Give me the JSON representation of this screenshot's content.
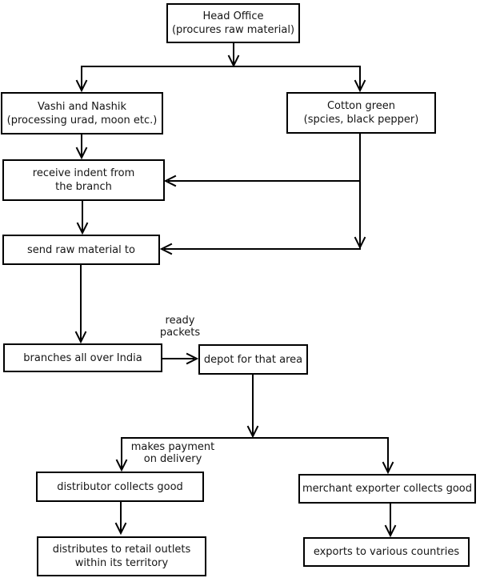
{
  "nodes": {
    "head_office": {
      "lines": [
        "Head Office",
        "(procures raw material)"
      ]
    },
    "vashi_nashik": {
      "lines": [
        "Vashi and Nashik",
        "(processing urad, moon etc.)"
      ]
    },
    "cotton_green": {
      "lines": [
        "Cotton green",
        "(spcies, black pepper)"
      ]
    },
    "receive_indent": {
      "lines": [
        "receive indent from",
        "the branch"
      ]
    },
    "send_raw_material": {
      "lines": [
        "send raw material to"
      ]
    },
    "branches_india": {
      "lines": [
        "branches all over India"
      ]
    },
    "depot_area": {
      "lines": [
        "depot for that area"
      ]
    },
    "distributor": {
      "lines": [
        "distributor collects good"
      ]
    },
    "merchant_exporter": {
      "lines": [
        "merchant exporter collects good"
      ]
    },
    "retail_outlets": {
      "lines": [
        "distributes to retail outlets",
        "within its territory"
      ]
    },
    "exports_countries": {
      "lines": [
        "exports to various countries"
      ]
    }
  },
  "edge_labels": {
    "ready_packets": {
      "lines": [
        "ready",
        "packets"
      ]
    },
    "makes_payment": {
      "lines": [
        "makes payment",
        "on delivery"
      ]
    }
  },
  "colors": {
    "line": "#000000",
    "box_border": "#000000",
    "box_fill": "#ffffff",
    "text": "#151515",
    "background": "#ffffff"
  }
}
